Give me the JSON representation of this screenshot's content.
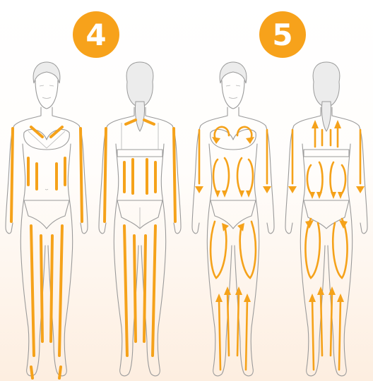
{
  "steps": [
    {
      "number": "4",
      "badge_color": "#f7a21b"
    },
    {
      "number": "5",
      "badge_color": "#f7a21b"
    }
  ],
  "colors": {
    "accent": "#f5a21a",
    "outline": "#9a9a9a",
    "background_bottom": "#fdeee0"
  },
  "figures": [
    {
      "step": "4",
      "view": "front",
      "marks": "straight-strokes"
    },
    {
      "step": "4",
      "view": "back",
      "marks": "straight-strokes"
    },
    {
      "step": "5",
      "view": "front",
      "marks": "circular-arrows"
    },
    {
      "step": "5",
      "view": "back",
      "marks": "circular-arrows"
    }
  ]
}
